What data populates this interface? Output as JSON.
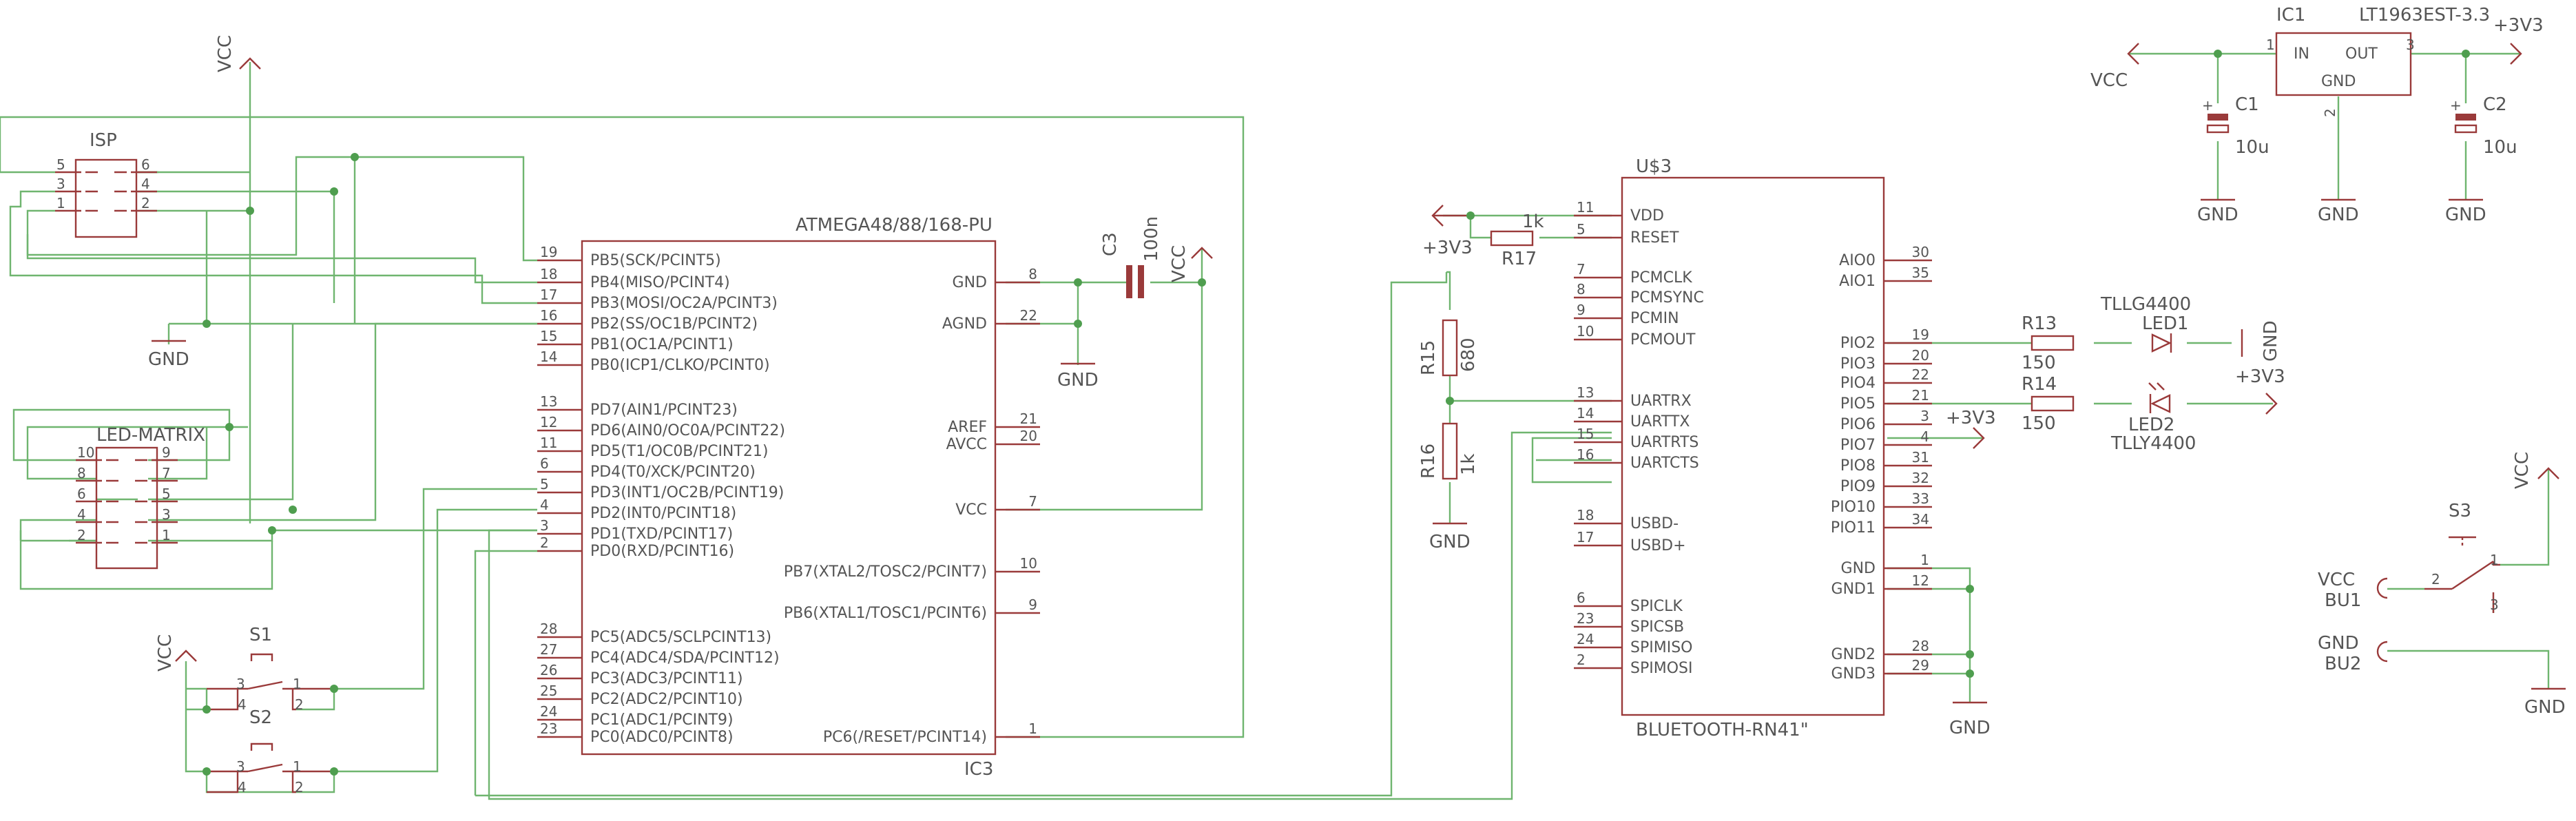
{
  "colors": {
    "wire": "#6fb56f",
    "part": "#9a3a3a",
    "junction": "#4f9e4f",
    "text": "#555555",
    "background": "#ffffff"
  },
  "mcu": {
    "part": "ATMEGA48/88/168-PU",
    "name": "IC3",
    "left_pins": [
      {
        "n": "19",
        "s": "PB5(SCK/PCINT5)"
      },
      {
        "n": "18",
        "s": "PB4(MISO/PCINT4)"
      },
      {
        "n": "17",
        "s": "PB3(MOSI/OC2A/PCINT3)"
      },
      {
        "n": "16",
        "s": "PB2(SS/OC1B/PCINT2)"
      },
      {
        "n": "15",
        "s": "PB1(OC1A/PCINT1)"
      },
      {
        "n": "14",
        "s": "PB0(ICP1/CLKO/PCINT0)"
      },
      {
        "n": "13",
        "s": "PD7(AIN1/PCINT23)"
      },
      {
        "n": "12",
        "s": "PD6(AIN0/OC0A/PCINT22)"
      },
      {
        "n": "11",
        "s": "PD5(T1/OC0B/PCINT21)"
      },
      {
        "n": "6",
        "s": "PD4(T0/XCK/PCINT20)"
      },
      {
        "n": "5",
        "s": "PD3(INT1/OC2B/PCINT19)"
      },
      {
        "n": "4",
        "s": "PD2(INT0/PCINT18)"
      },
      {
        "n": "3",
        "s": "PD1(TXD/PCINT17)"
      },
      {
        "n": "2",
        "s": "PD0(RXD/PCINT16)"
      },
      {
        "n": "28",
        "s": "PC5(ADC5/SCLPCINT13)"
      },
      {
        "n": "27",
        "s": "PC4(ADC4/SDA/PCINT12)"
      },
      {
        "n": "26",
        "s": "PC3(ADC3/PCINT11)"
      },
      {
        "n": "25",
        "s": "PC2(ADC2/PCINT10)"
      },
      {
        "n": "24",
        "s": "PC1(ADC1/PCINT9)"
      },
      {
        "n": "23",
        "s": "PC0(ADC0/PCINT8)"
      }
    ],
    "right_pins": [
      {
        "n": "8",
        "s": "GND"
      },
      {
        "n": "22",
        "s": "AGND"
      },
      {
        "n": "21",
        "s": "AREF"
      },
      {
        "n": "20",
        "s": "AVCC"
      },
      {
        "n": "7",
        "s": "VCC"
      },
      {
        "n": "10",
        "s": "PB7(XTAL2/TOSC2/PCINT7)"
      },
      {
        "n": "9",
        "s": "PB6(XTAL1/TOSC1/PCINT6)"
      },
      {
        "n": "1",
        "s": "PC6(/RESET/PCINT14)"
      }
    ]
  },
  "isp": {
    "name": "ISP",
    "pins_left": [
      "5",
      "3",
      "1"
    ],
    "pins_right": [
      "6",
      "4",
      "2"
    ]
  },
  "led_matrix": {
    "name": "LED-MATRIX",
    "pins_left": [
      "10",
      "8",
      "6",
      "4",
      "2"
    ],
    "pins_right": [
      "9",
      "7",
      "5",
      "3",
      "1"
    ]
  },
  "switch_s1": {
    "name": "S1",
    "pins": [
      "3",
      "4",
      "1",
      "2"
    ]
  },
  "switch_s2": {
    "name": "S2",
    "pins": [
      "3",
      "4",
      "1",
      "2"
    ]
  },
  "switch_s3": {
    "name": "S3",
    "pins": [
      "2",
      "1",
      "3"
    ]
  },
  "c3": {
    "name": "C3",
    "value": "100n"
  },
  "supply": {
    "vcc": "VCC",
    "gnd": "GND",
    "v33": "+3V3"
  },
  "bt": {
    "name": "U$3",
    "part": "BLUETOOTH-RN41\"",
    "left_pins": [
      {
        "n": "11",
        "s": "VDD"
      },
      {
        "n": "5",
        "s": "RESET"
      },
      {
        "n": "7",
        "s": "PCMCLK"
      },
      {
        "n": "8",
        "s": "PCMSYNC"
      },
      {
        "n": "9",
        "s": "PCMIN"
      },
      {
        "n": "10",
        "s": "PCMOUT"
      },
      {
        "n": "13",
        "s": "UARTRX"
      },
      {
        "n": "14",
        "s": "UARTTX"
      },
      {
        "n": "15",
        "s": "UARTRTS"
      },
      {
        "n": "16",
        "s": "UARTCTS"
      },
      {
        "n": "18",
        "s": "USBD-"
      },
      {
        "n": "17",
        "s": "USBD+"
      },
      {
        "n": "6",
        "s": "SPICLK"
      },
      {
        "n": "23",
        "s": "SPICSB"
      },
      {
        "n": "24",
        "s": "SPIMISO"
      },
      {
        "n": "2",
        "s": "SPIMOSI"
      }
    ],
    "right_pins": [
      {
        "n": "30",
        "s": "AIO0"
      },
      {
        "n": "35",
        "s": "AIO1"
      },
      {
        "n": "19",
        "s": "PIO2"
      },
      {
        "n": "20",
        "s": "PIO3"
      },
      {
        "n": "22",
        "s": "PIO4"
      },
      {
        "n": "21",
        "s": "PIO5"
      },
      {
        "n": "3",
        "s": "PIO6"
      },
      {
        "n": "4",
        "s": "PIO7"
      },
      {
        "n": "31",
        "s": "PIO8"
      },
      {
        "n": "32",
        "s": "PIO9"
      },
      {
        "n": "33",
        "s": "PIO10"
      },
      {
        "n": "34",
        "s": "PIO11"
      },
      {
        "n": "1",
        "s": "GND"
      },
      {
        "n": "12",
        "s": "GND1"
      },
      {
        "n": "28",
        "s": "GND2"
      },
      {
        "n": "29",
        "s": "GND3"
      }
    ]
  },
  "r17": {
    "name": "R17",
    "value": "1k"
  },
  "r15": {
    "name": "R15",
    "value": "680"
  },
  "r16": {
    "name": "R16",
    "value": "1k"
  },
  "r13": {
    "name": "R13",
    "value": "150"
  },
  "r14": {
    "name": "R14",
    "value": "150"
  },
  "led1": {
    "name": "LED1",
    "part": "TLLG4400"
  },
  "led2": {
    "name": "LED2",
    "part": "TLLY4400"
  },
  "ic1": {
    "name": "IC1",
    "part": "LT1963EST-3.3",
    "in": "IN",
    "out": "OUT",
    "gnd": "GND",
    "pin_in": "1",
    "pin_out": "3",
    "pin_gnd": "2"
  },
  "c1": {
    "name": "C1",
    "value": "10u"
  },
  "c2": {
    "name": "C2",
    "value": "10u"
  },
  "bu1": {
    "net": "VCC",
    "name": "BU1"
  },
  "bu2": {
    "net": "GND",
    "name": "BU2"
  }
}
